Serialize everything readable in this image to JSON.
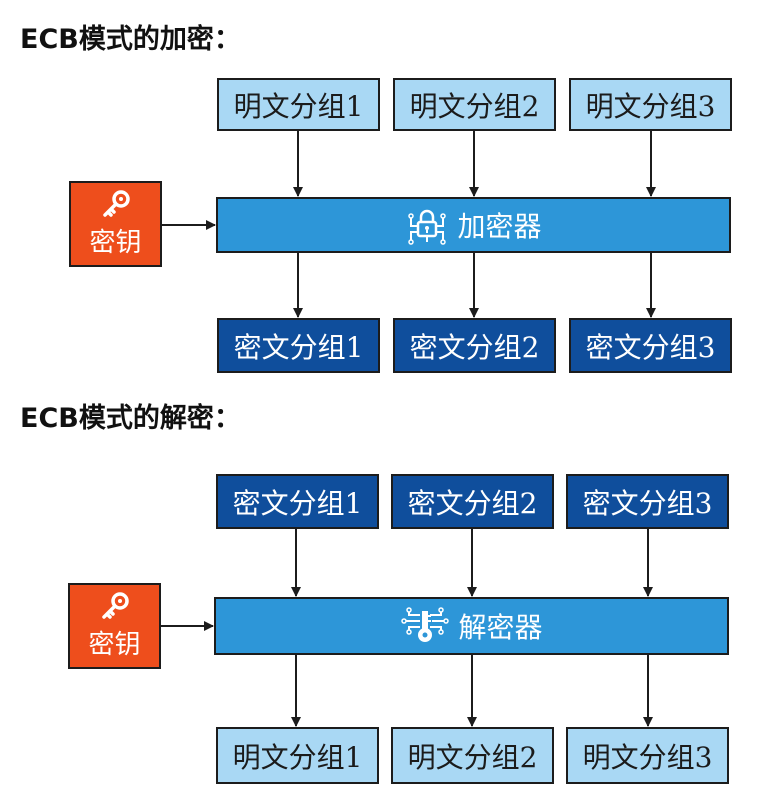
{
  "encryption": {
    "heading": "ECB模式的加密：",
    "inputs": [
      "明文分组1",
      "明文分组2",
      "明文分组3"
    ],
    "key_label": "密钥",
    "engine_label": "加密器",
    "outputs": [
      "密文分组1",
      "密文分组2",
      "密文分组3"
    ]
  },
  "decryption": {
    "heading": "ECB模式的解密：",
    "inputs": [
      "密文分组1",
      "密文分组2",
      "密文分组3"
    ],
    "key_label": "密钥",
    "engine_label": "解密器",
    "outputs": [
      "明文分组1",
      "明文分组2",
      "明文分组3"
    ]
  },
  "colors": {
    "plaintext_block": "#a9d8f4",
    "ciphertext_block": "#0f4e9c",
    "engine": "#2d96d8",
    "key": "#ee4e1c"
  },
  "icons": {
    "key": "key-icon",
    "encryptor": "lock-circuit-icon",
    "decryptor": "key-circuit-icon"
  }
}
